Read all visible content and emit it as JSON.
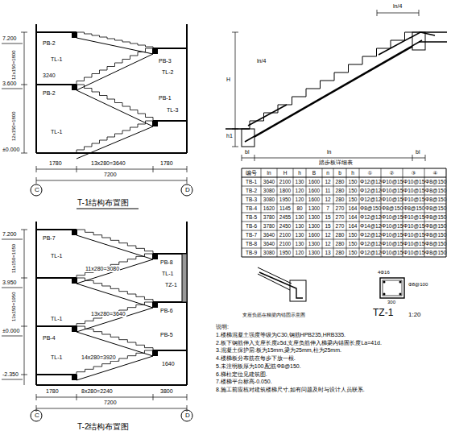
{
  "diagram": {
    "labels": [
      "7.200",
      "3.600",
      "±0.000",
      "12x150=1800",
      "12x150=1800",
      "PB-2",
      "TL-1",
      "PB-3",
      "TL-2",
      "3240",
      "PB-2",
      "PB-1",
      "TL-3",
      "TL-1",
      "1780",
      "13x280=3640",
      "1780",
      "7200",
      "C",
      "D",
      "T-1结构布置图",
      "7.200",
      "3.950",
      "±0.000",
      "-2.350",
      "11x150=1650",
      "13x150=1950",
      "PB-7",
      "TL-1",
      "11x280=3080",
      "PB-8",
      "TL-1",
      "TZ-1",
      "PB-6",
      "13x280=3640",
      "TL-1",
      "PB-5",
      "PB-4",
      "14x280=3920",
      "1640",
      "TL-1",
      "1780",
      "8x280=2240",
      "3800",
      "7200",
      "C",
      "D",
      "T-2结构布置图",
      "ln/4",
      "ln/4",
      "H",
      "h1",
      "bl",
      "ln",
      "bl",
      "踏步板详细表",
      "编号",
      "ln",
      "H",
      "h",
      "B",
      "n",
      "b",
      "h",
      "①",
      "②",
      "③",
      "④",
      "TB-1",
      "3640",
      "2100",
      "130",
      "1600",
      "12",
      "280",
      "150",
      "Φ12@120",
      "Φ10@150",
      "Φ10@150",
      "Φ8@150",
      "TB-2",
      "3080",
      "1800",
      "120",
      "1600",
      "11",
      "280",
      "150",
      "Φ12@120",
      "Φ10@150",
      "Φ10@150",
      "Φ8@150",
      "TB-3",
      "3080",
      "1950",
      "120",
      "1600",
      "12",
      "280",
      "150",
      "Φ12@120",
      "Φ10@150",
      "Φ10@150",
      "Φ8@150",
      "TB-4",
      "1620",
      "1145",
      "80",
      "1300",
      "7",
      "270",
      "164",
      "Φ8@150",
      "Φ8@150",
      "Φ8@150",
      "Φ8@150",
      "TB-5",
      "3780",
      "2455",
      "130",
      "1300",
      "15",
      "270",
      "164",
      "Φ12@120",
      "Φ10@150",
      "Φ10@150",
      "Φ8@150",
      "TB-6",
      "3780",
      "2450",
      "130",
      "1300",
      "15",
      "270",
      "164",
      "Φ14@120",
      "Φ10@150",
      "Φ10@150",
      "Φ8@150",
      "TB-7",
      "3640",
      "2100",
      "130",
      "1600",
      "12",
      "280",
      "150",
      "Φ12@120",
      "Φ10@150",
      "Φ10@150",
      "Φ8@150",
      "TB-8",
      "3640",
      "2100",
      "130",
      "1300",
      "12",
      "280",
      "150",
      "Φ12@120",
      "Φ10@150",
      "Φ10@150",
      "Φ8@150",
      "TB-9",
      "3080",
      "1950",
      "120",
      "1300",
      "13",
      "280",
      "150",
      "Φ12@120",
      "Φ10@150",
      "Φ10@150",
      "Φ8@150",
      "支座负筋在梯梁内锚固示意图",
      "4Φ16",
      "Φ8@100",
      "300",
      "TZ-1",
      "1:20",
      "说明:",
      "1.楼梯混凝土强度等级为C30,钢筋HPB235,HRB335.",
      "2.板下钢筋伸入支座长度≥5d,支座负筋伸入梯梁内锚固长度La=41d.",
      "3.混凝土保护层:板为15mm,梁为25mm,柱为25mm.",
      "4.楼梯板分布筋在每步下放一根.",
      "5.未注明板厚为100,配筋Φ8@150.",
      "6.梯柱定位见建筑图.",
      "7.楼梯平台标高-0.050.",
      "8.施工前应核对建筑楼梯尺寸,如有问题及时与设计人员联系."
    ]
  }
}
